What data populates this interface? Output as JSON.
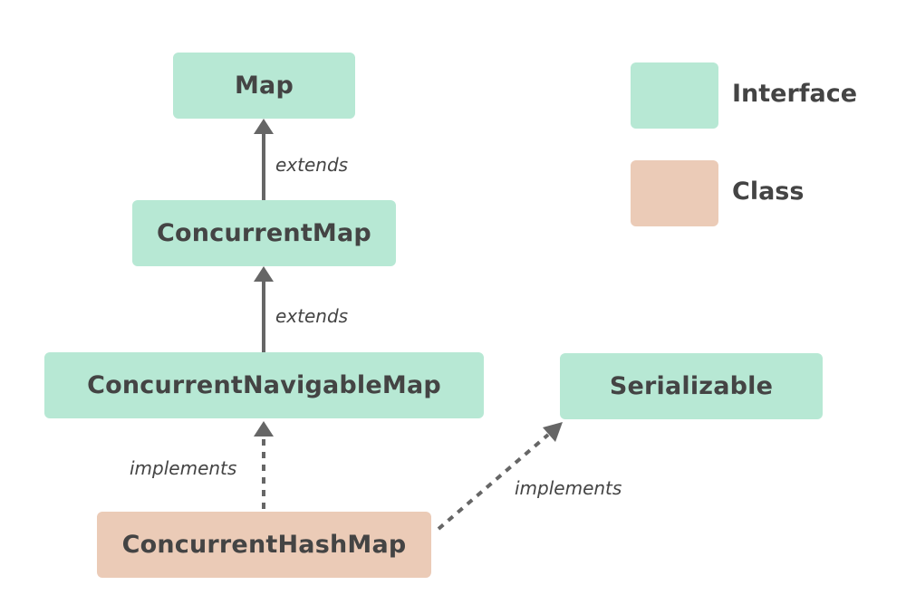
{
  "nodes": {
    "map": {
      "label": "Map",
      "kind": "interface"
    },
    "concurrent_map": {
      "label": "ConcurrentMap",
      "kind": "interface"
    },
    "concurrent_navigable_map": {
      "label": "ConcurrentNavigableMap",
      "kind": "interface"
    },
    "serializable": {
      "label": "Serializable",
      "kind": "interface"
    },
    "concurrent_hash_map": {
      "label": "ConcurrentHashMap",
      "kind": "class"
    }
  },
  "edges": [
    {
      "from": "concurrent_map",
      "to": "map",
      "label": "extends",
      "style": "solid"
    },
    {
      "from": "concurrent_navigable_map",
      "to": "concurrent_map",
      "label": "extends",
      "style": "solid"
    },
    {
      "from": "concurrent_hash_map",
      "to": "concurrent_navigable_map",
      "label": "implements",
      "style": "dotted"
    },
    {
      "from": "concurrent_hash_map",
      "to": "serializable",
      "label": "implements",
      "style": "dotted"
    }
  ],
  "legend": {
    "interface": {
      "label": "Interface",
      "color": "#b7e8d4"
    },
    "class": {
      "label": "Class",
      "color": "#ebcbb7"
    }
  },
  "colors": {
    "text": "#444444",
    "arrow": "#666666"
  }
}
